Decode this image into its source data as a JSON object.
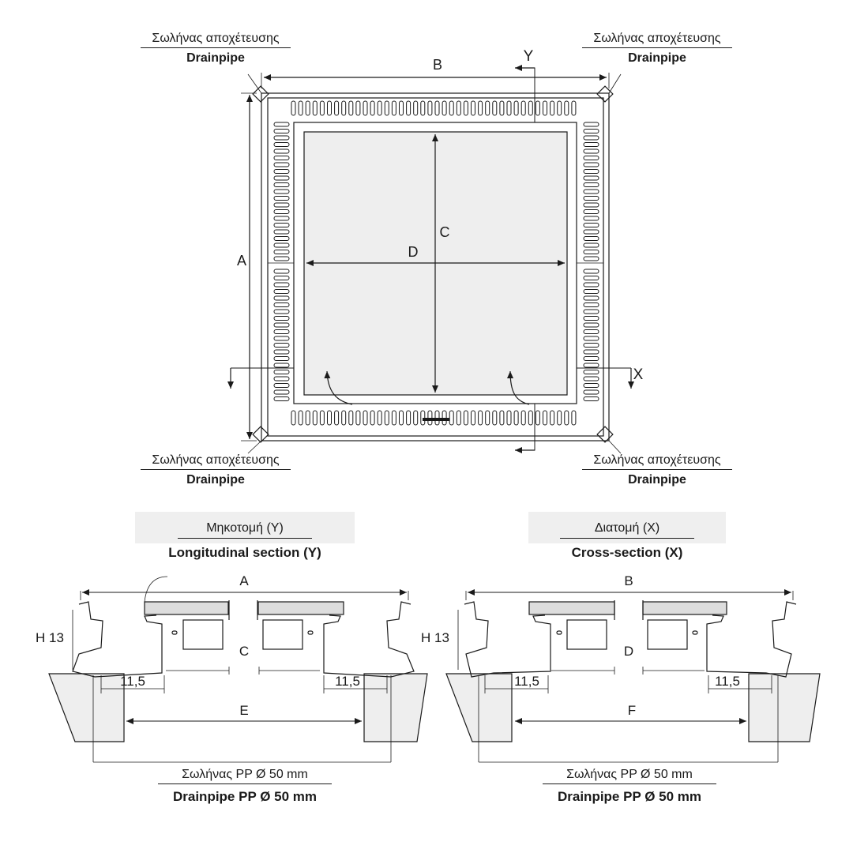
{
  "drainpipe_labels": {
    "top_left": {
      "gr": "Σωλήνας αποχέτευσης",
      "en": "Drainpipe"
    },
    "top_right": {
      "gr": "Σωλήνας αποχέτευσης",
      "en": "Drainpipe"
    },
    "bottom_left": {
      "gr": "Σωλήνας αποχέτευσης",
      "en": "Drainpipe"
    },
    "bottom_right": {
      "gr": "Σωλήνας αποχέτευσης",
      "en": "Drainpipe"
    }
  },
  "plan_view": {
    "dim_A": "A",
    "dim_B": "B",
    "dim_C": "C",
    "dim_D": "D",
    "axis_X": "X",
    "axis_Y": "Y"
  },
  "longitudinal_section": {
    "title_gr": "Μηκοτομή (Y)",
    "title_en": "Longitudinal section (Y)",
    "dim_overall": "A",
    "dim_inner": "C",
    "dim_bottom": "E",
    "height": "H 13",
    "left_offset": "11,5",
    "right_offset": "11,5",
    "pipe_gr": "Σωλήνας PP Ø 50 mm",
    "pipe_en": "Drainpipe PP Ø 50 mm"
  },
  "cross_section": {
    "title_gr": "Διατομή (X)",
    "title_en": "Cross-section (X)",
    "dim_overall": "B",
    "dim_inner": "D",
    "dim_bottom": "F",
    "height": "H 13",
    "left_offset": "11,5",
    "right_offset": "11,5",
    "pipe_gr": "Σωλήνας PP Ø 50 mm",
    "pipe_en": "Drainpipe PP Ø 50 mm"
  },
  "colors": {
    "line": "#1a1a1a",
    "panel_fill": "#eeeeee",
    "section_box": "#efefef",
    "grate_fill": "#dddddd"
  }
}
